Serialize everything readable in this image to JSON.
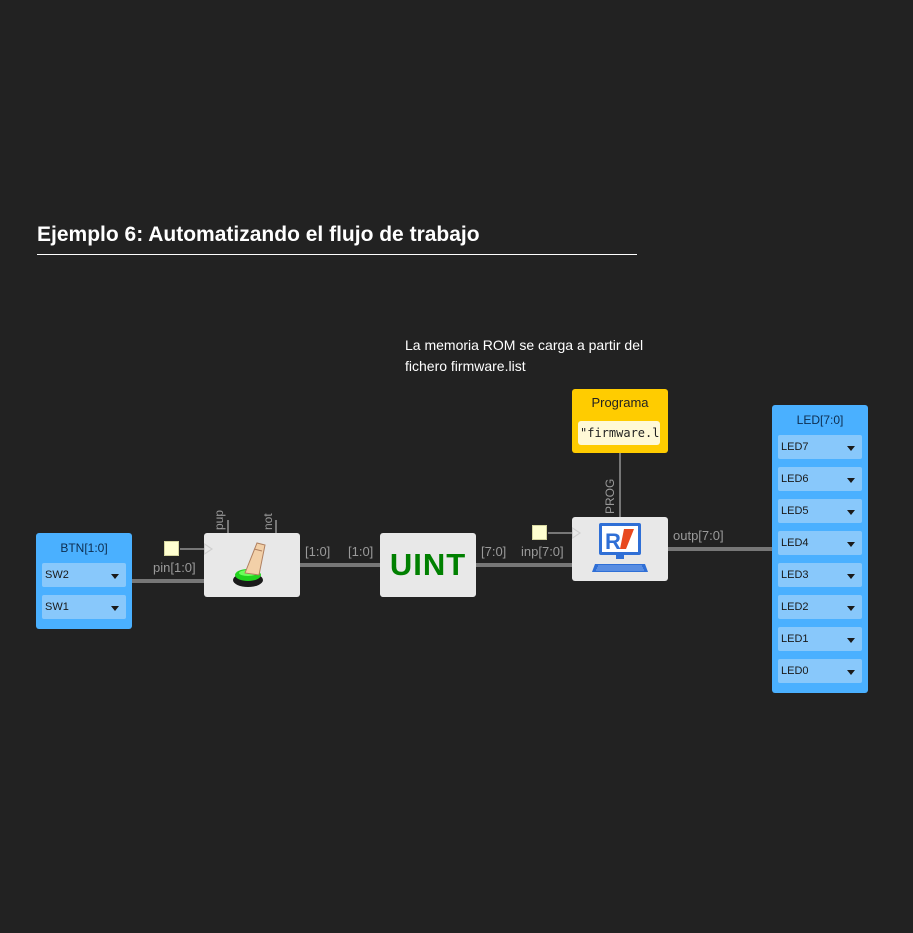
{
  "title": "Ejemplo 6: Automatizando el flujo de trabajo",
  "note": {
    "line1": "La memoria ROM se carga a partir del",
    "line2": "fichero firmware.list"
  },
  "input_block": {
    "title": "BTN[1:0]",
    "pins": [
      "SW2",
      "SW1"
    ]
  },
  "output_block": {
    "title": "LED[7:0]",
    "pins": [
      "LED7",
      "LED6",
      "LED5",
      "LED4",
      "LED3",
      "LED2",
      "LED1",
      "LED0"
    ]
  },
  "button_module": {
    "icon": "push-button-icon",
    "params": [
      "pup",
      "not"
    ],
    "input_label": "pin[1:0]",
    "output_label": "[1:0]"
  },
  "uint_module": {
    "label": "UINT",
    "input_label": "[1:0]",
    "output_label": "[7:0]"
  },
  "rom_module": {
    "icon": "computer-rom-icon",
    "param_label": "PROG",
    "input_label": "inp[7:0]",
    "output_label": "outp[7:0]"
  },
  "prog_constant": {
    "title": "Programa",
    "value": "\"firmware.list\""
  },
  "colors": {
    "background": "#222222",
    "io_block": "#4ab0ff",
    "pin": "#88c8fb",
    "constant": "#ffcc00",
    "uint_text": "#008000",
    "wire": "#777777"
  }
}
